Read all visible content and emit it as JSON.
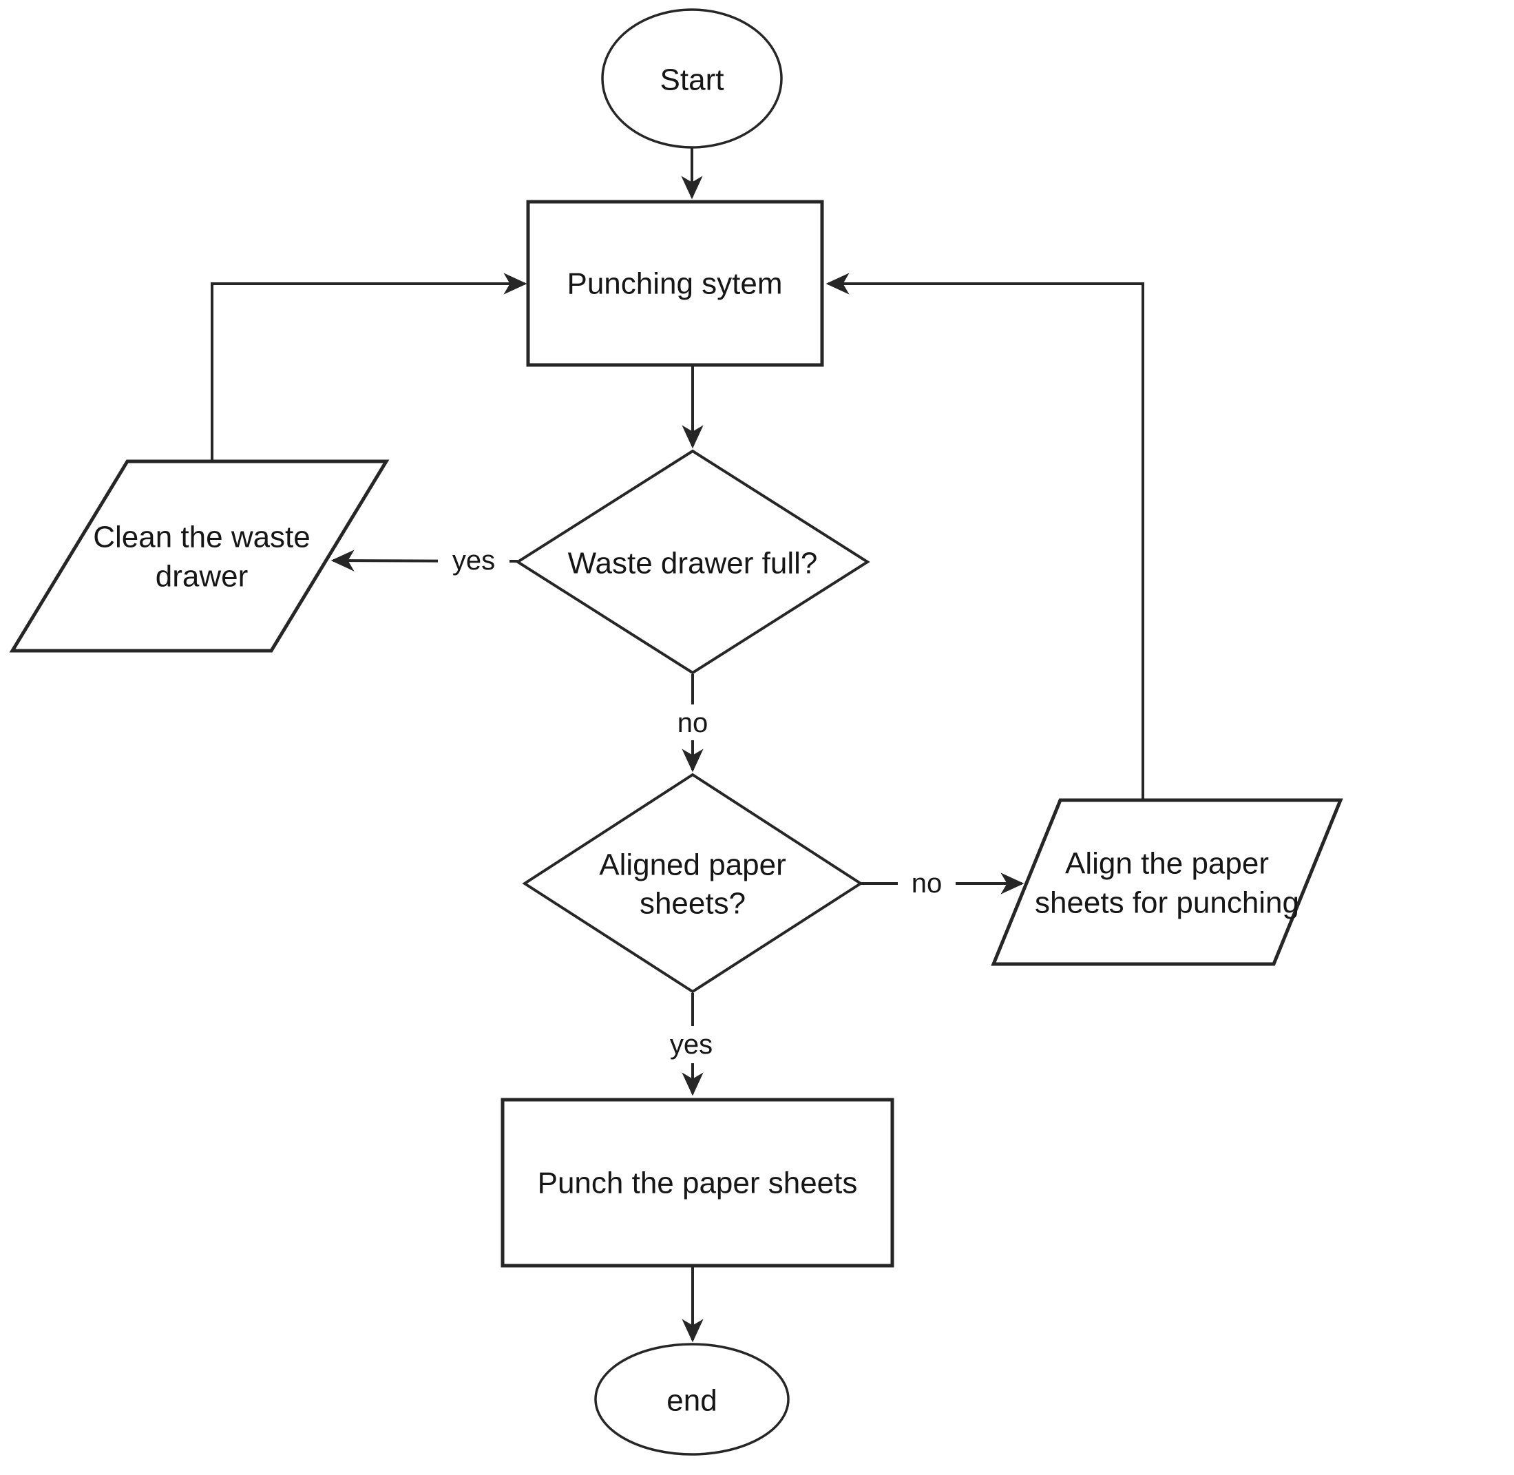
{
  "page": {
    "background": "#ffffff"
  },
  "diagram": {
    "type": "flowchart",
    "stroke_color": "#262626",
    "text_color": "#161616",
    "node_fill": "#ffffff",
    "arrowhead_style": "filled-notched-triangle"
  },
  "nodes": {
    "start": {
      "shape": "ellipse",
      "lines": [
        "Start"
      ]
    },
    "punching_system": {
      "shape": "rectangle",
      "lines": [
        "Punching sytem"
      ]
    },
    "waste_drawer_full": {
      "shape": "diamond",
      "lines": [
        "Waste drawer full?"
      ]
    },
    "clean_waste_drawer": {
      "shape": "parallelogram",
      "lines": [
        "Clean the waste",
        "drawer"
      ]
    },
    "aligned_paper_sheets": {
      "shape": "diamond",
      "lines": [
        "Aligned paper",
        "sheets?"
      ]
    },
    "align_paper_sheets": {
      "shape": "parallelogram",
      "lines": [
        "Align the paper",
        "sheets for punching"
      ]
    },
    "punch_paper_sheets": {
      "shape": "rectangle",
      "lines": [
        "Punch the paper sheets"
      ]
    },
    "end": {
      "shape": "ellipse",
      "lines": [
        "end"
      ]
    }
  },
  "edges": [
    {
      "from": "start",
      "to": "punching_system",
      "label": ""
    },
    {
      "from": "punching_system",
      "to": "waste_drawer_full",
      "label": ""
    },
    {
      "from": "waste_drawer_full",
      "to": "clean_waste_drawer",
      "label": "yes"
    },
    {
      "from": "clean_waste_drawer",
      "to": "punching_system",
      "label": ""
    },
    {
      "from": "waste_drawer_full",
      "to": "aligned_paper_sheets",
      "label": "no"
    },
    {
      "from": "aligned_paper_sheets",
      "to": "align_paper_sheets",
      "label": "no"
    },
    {
      "from": "align_paper_sheets",
      "to": "punching_system",
      "label": ""
    },
    {
      "from": "aligned_paper_sheets",
      "to": "punch_paper_sheets",
      "label": "yes"
    },
    {
      "from": "punch_paper_sheets",
      "to": "end",
      "label": ""
    }
  ]
}
